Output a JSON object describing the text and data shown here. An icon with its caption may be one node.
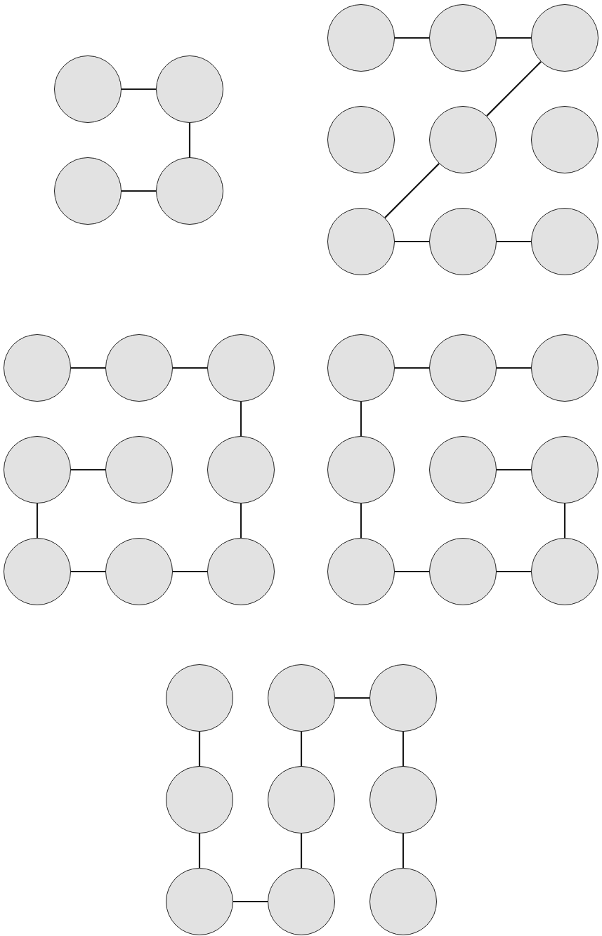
{
  "diagram": {
    "nodes": [
      {
        "text": [],
        "shape": "circle"
      },
      {
        "text": [],
        "shape": "circle"
      },
      {
        "text": [],
        "shape": "circle"
      },
      {
        "text": [],
        "shape": "circle"
      },
      {
        "text": [],
        "shape": "circle"
      },
      {
        "text": [],
        "shape": "circle"
      },
      {
        "text": [],
        "shape": "circle"
      },
      {
        "text": [],
        "shape": "circle"
      },
      {
        "text": [],
        "shape": "circle"
      },
      {
        "text": [],
        "shape": "circle"
      },
      {
        "text": [],
        "shape": "circle"
      },
      {
        "text": [],
        "shape": "circle"
      },
      {
        "text": [],
        "shape": "circle"
      },
      {
        "text": [],
        "shape": "circle"
      },
      {
        "text": [],
        "shape": "circle"
      },
      {
        "text": [],
        "shape": "circle"
      },
      {
        "text": [],
        "shape": "circle"
      },
      {
        "text": [],
        "shape": "circle"
      },
      {
        "text": [],
        "shape": "circle"
      },
      {
        "text": [],
        "shape": "circle"
      },
      {
        "text": [],
        "shape": "circle"
      },
      {
        "text": [],
        "shape": "circle"
      },
      {
        "text": [],
        "shape": "circle"
      },
      {
        "text": [],
        "shape": "circle"
      },
      {
        "text": [],
        "shape": "circle"
      },
      {
        "text": [],
        "shape": "circle"
      },
      {
        "text": [],
        "shape": "circle"
      },
      {
        "text": [],
        "shape": "circle"
      },
      {
        "text": [],
        "shape": "circle"
      },
      {
        "text": [],
        "shape": "circle"
      },
      {
        "text": [],
        "shape": "circle"
      },
      {
        "text": [],
        "shape": "circle"
      },
      {
        "text": [],
        "shape": "circle"
      },
      {
        "text": [],
        "shape": "circle"
      },
      {
        "text": [],
        "shape": "circle"
      },
      {
        "text": [],
        "shape": "circle"
      },
      {
        "text": [],
        "shape": "circle"
      },
      {
        "text": [],
        "shape": "circle"
      },
      {
        "text": [],
        "shape": "circle"
      },
      {
        "text": [],
        "shape": "circle"
      }
    ],
    "edges": [
      {
        "from": 0,
        "to": 1,
        "arrow": "none"
      },
      {
        "from": 1,
        "to": 3,
        "arrow": "none"
      },
      {
        "from": 3,
        "to": 2,
        "arrow": "none"
      },
      {
        "from": 4,
        "to": 5,
        "arrow": "none"
      },
      {
        "from": 5,
        "to": 6,
        "arrow": "none"
      },
      {
        "from": 6,
        "to": 8,
        "arrow": "none"
      },
      {
        "from": 8,
        "to": 10,
        "arrow": "none"
      },
      {
        "from": 10,
        "to": 11,
        "arrow": "none"
      },
      {
        "from": 11,
        "to": 12,
        "arrow": "none"
      },
      {
        "from": 13,
        "to": 14,
        "arrow": "none"
      },
      {
        "from": 14,
        "to": 15,
        "arrow": "none"
      },
      {
        "from": 15,
        "to": 18,
        "arrow": "none"
      },
      {
        "from": 18,
        "to": 21,
        "arrow": "none"
      },
      {
        "from": 21,
        "to": 20,
        "arrow": "none"
      },
      {
        "from": 20,
        "to": 19,
        "arrow": "none"
      },
      {
        "from": 19,
        "to": 16,
        "arrow": "none"
      },
      {
        "from": 16,
        "to": 17,
        "arrow": "none"
      },
      {
        "from": 24,
        "to": 23,
        "arrow": "none"
      },
      {
        "from": 23,
        "to": 22,
        "arrow": "none"
      },
      {
        "from": 22,
        "to": 25,
        "arrow": "none"
      },
      {
        "from": 25,
        "to": 28,
        "arrow": "none"
      },
      {
        "from": 28,
        "to": 29,
        "arrow": "none"
      },
      {
        "from": 29,
        "to": 30,
        "arrow": "none"
      },
      {
        "from": 30,
        "to": 27,
        "arrow": "none"
      },
      {
        "from": 27,
        "to": 26,
        "arrow": "none"
      },
      {
        "from": 31,
        "to": 34,
        "arrow": "none"
      },
      {
        "from": 34,
        "to": 37,
        "arrow": "none"
      },
      {
        "from": 37,
        "to": 38,
        "arrow": "none"
      },
      {
        "from": 38,
        "to": 35,
        "arrow": "none"
      },
      {
        "from": 35,
        "to": 32,
        "arrow": "none"
      },
      {
        "from": 32,
        "to": 33,
        "arrow": "none"
      },
      {
        "from": 33,
        "to": 36,
        "arrow": "none"
      },
      {
        "from": 36,
        "to": 39,
        "arrow": "none"
      }
    ]
  }
}
